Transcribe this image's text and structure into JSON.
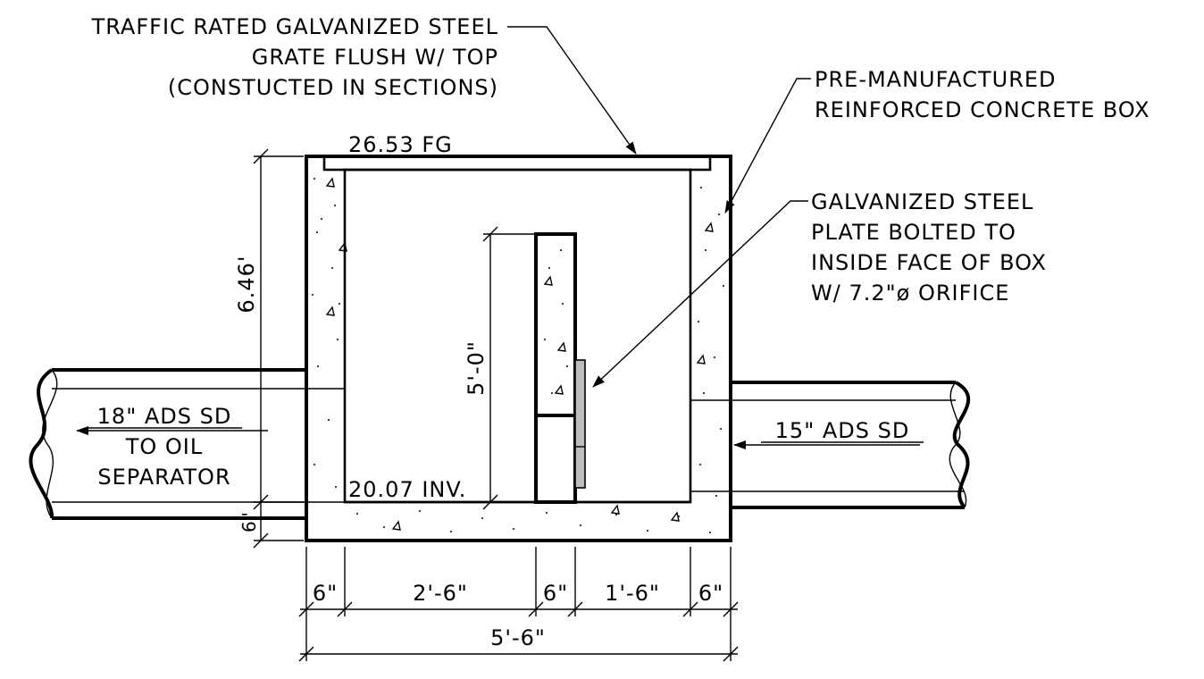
{
  "labels": {
    "grate_line1": "TRAFFIC RATED GALVANIZED STEEL",
    "grate_line2": "GRATE FLUSH W/ TOP",
    "grate_line3": "(CONSTUCTED IN SECTIONS)",
    "box_line1": "PRE-MANUFACTURED",
    "box_line2": "REINFORCED CONCRETE BOX",
    "plate_line1": "GALVANIZED STEEL",
    "plate_line2": "PLATE BOLTED TO",
    "plate_line3": "INSIDE FACE OF BOX",
    "plate_line4": "W/ 7.2\"ø ORIFICE",
    "top_elev": "26.53 FG",
    "inv_elev": "20.07 INV.",
    "outlet_line1": "18\" ADS SD",
    "outlet_line2": "TO OIL",
    "outlet_line3": "SEPARATOR",
    "inlet": "15\" ADS SD"
  },
  "dimensions": {
    "height_total": "6.46'",
    "weir_height": "5'-0\"",
    "base_thk": "6\"",
    "seg1": "6\"",
    "seg2": "2'-6\"",
    "seg3": "6\"",
    "seg4": "1'-6\"",
    "seg5": "6\"",
    "overall": "5'-6\""
  },
  "colors": {
    "line": "#000000",
    "plate": "#bdbdbd",
    "background": "#ffffff"
  }
}
